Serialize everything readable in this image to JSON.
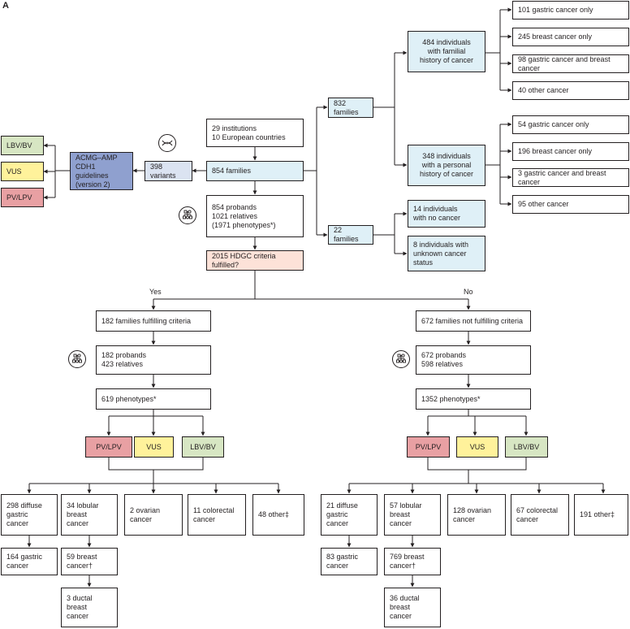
{
  "panel_label": "A",
  "source": {
    "line1": "29 institutions",
    "line2": "10 European countries"
  },
  "families_854": "854 families",
  "variants": "398 variants",
  "guidelines": {
    "line1": "ACMG–AMP",
    "line2": "CDH1 guidelines",
    "line3": "(version 2)"
  },
  "classes": {
    "lbv": "LBV/BV",
    "vus": "VUS",
    "pv": "PV/LPV"
  },
  "probands_total": {
    "line1": "854 probands",
    "line2": "1021 relatives",
    "line3": "(1971 phenotypes*)"
  },
  "criteria_question": "2015 HDGC criteria fulfilled?",
  "families_832": "832 families",
  "families_22": "22 families",
  "familial_history": {
    "line1": "484 individuals",
    "line2": "with familial",
    "line3": "history of cancer"
  },
  "familial_outcomes": [
    "101 gastric cancer only",
    "245 breast cancer only",
    "98 gastric cancer and breast cancer",
    "40 other cancer"
  ],
  "personal_history": {
    "line1": "348 individuals",
    "line2": "with a personal",
    "line3": "history of cancer"
  },
  "personal_outcomes": [
    "54 gastric cancer only",
    "196 breast cancer only",
    "3 gastric cancer and breast cancer",
    "95 other cancer"
  ],
  "no_cancer": {
    "line1": "14 individuals",
    "line2": "with no cancer"
  },
  "unknown_cancer": {
    "line1": "8 individuals with",
    "line2": "unknown cancer",
    "line3": "status"
  },
  "yes_label": "Yes",
  "no_label": "No",
  "yes_branch": {
    "families": "182 families fulfilling criteria",
    "probands": {
      "line1": "182 probands",
      "line2": "423 relatives"
    },
    "phenotypes": "619 phenotypes*",
    "cancers": [
      {
        "lines": [
          "298 diffuse",
          "gastric",
          "cancer"
        ]
      },
      {
        "lines": [
          "34 lobular",
          "breast",
          "cancer"
        ]
      },
      {
        "lines": [
          "2 ovarian",
          "cancer"
        ]
      },
      {
        "lines": [
          "11 colorectal",
          "cancer"
        ]
      },
      {
        "lines": [
          "48 other‡"
        ]
      }
    ],
    "gastric_sub": {
      "line1": "164 gastric",
      "line2": "cancer"
    },
    "breast_sub": {
      "line1": "59 breast",
      "line2": "cancer†"
    },
    "ductal_sub": {
      "line1": "3 ductal",
      "line2": "breast",
      "line3": "cancer"
    }
  },
  "no_branch": {
    "families": "672 families not  fulfilling criteria",
    "probands": {
      "line1": "672 probands",
      "line2": "598 relatives"
    },
    "phenotypes": "1352 phenotypes*",
    "cancers": [
      {
        "lines": [
          "21 diffuse",
          "gastric",
          "cancer"
        ]
      },
      {
        "lines": [
          "57 lobular",
          "breast",
          "cancer"
        ]
      },
      {
        "lines": [
          "128 ovarian",
          "cancer"
        ]
      },
      {
        "lines": [
          "67 colorectal",
          "cancer"
        ]
      },
      {
        "lines": [
          "191 other‡"
        ]
      }
    ],
    "gastric_sub": {
      "line1": "83 gastric",
      "line2": "cancer"
    },
    "breast_sub": {
      "line1": "769 breast",
      "line2": "cancer†"
    },
    "ductal_sub": {
      "line1": "36 ductal",
      "line2": "breast",
      "line3": "cancer"
    }
  },
  "colors": {
    "light_blue": "#dff0f7",
    "lavender": "#dbe3f1",
    "navy": "#8fa0cf",
    "peach": "#fde2d8",
    "green": "#d7e6c3",
    "yellow": "#fff29b",
    "red": "#e8a0a3",
    "line": "#231f20"
  },
  "icons": [
    "dna-icon",
    "pedigree-icon"
  ]
}
